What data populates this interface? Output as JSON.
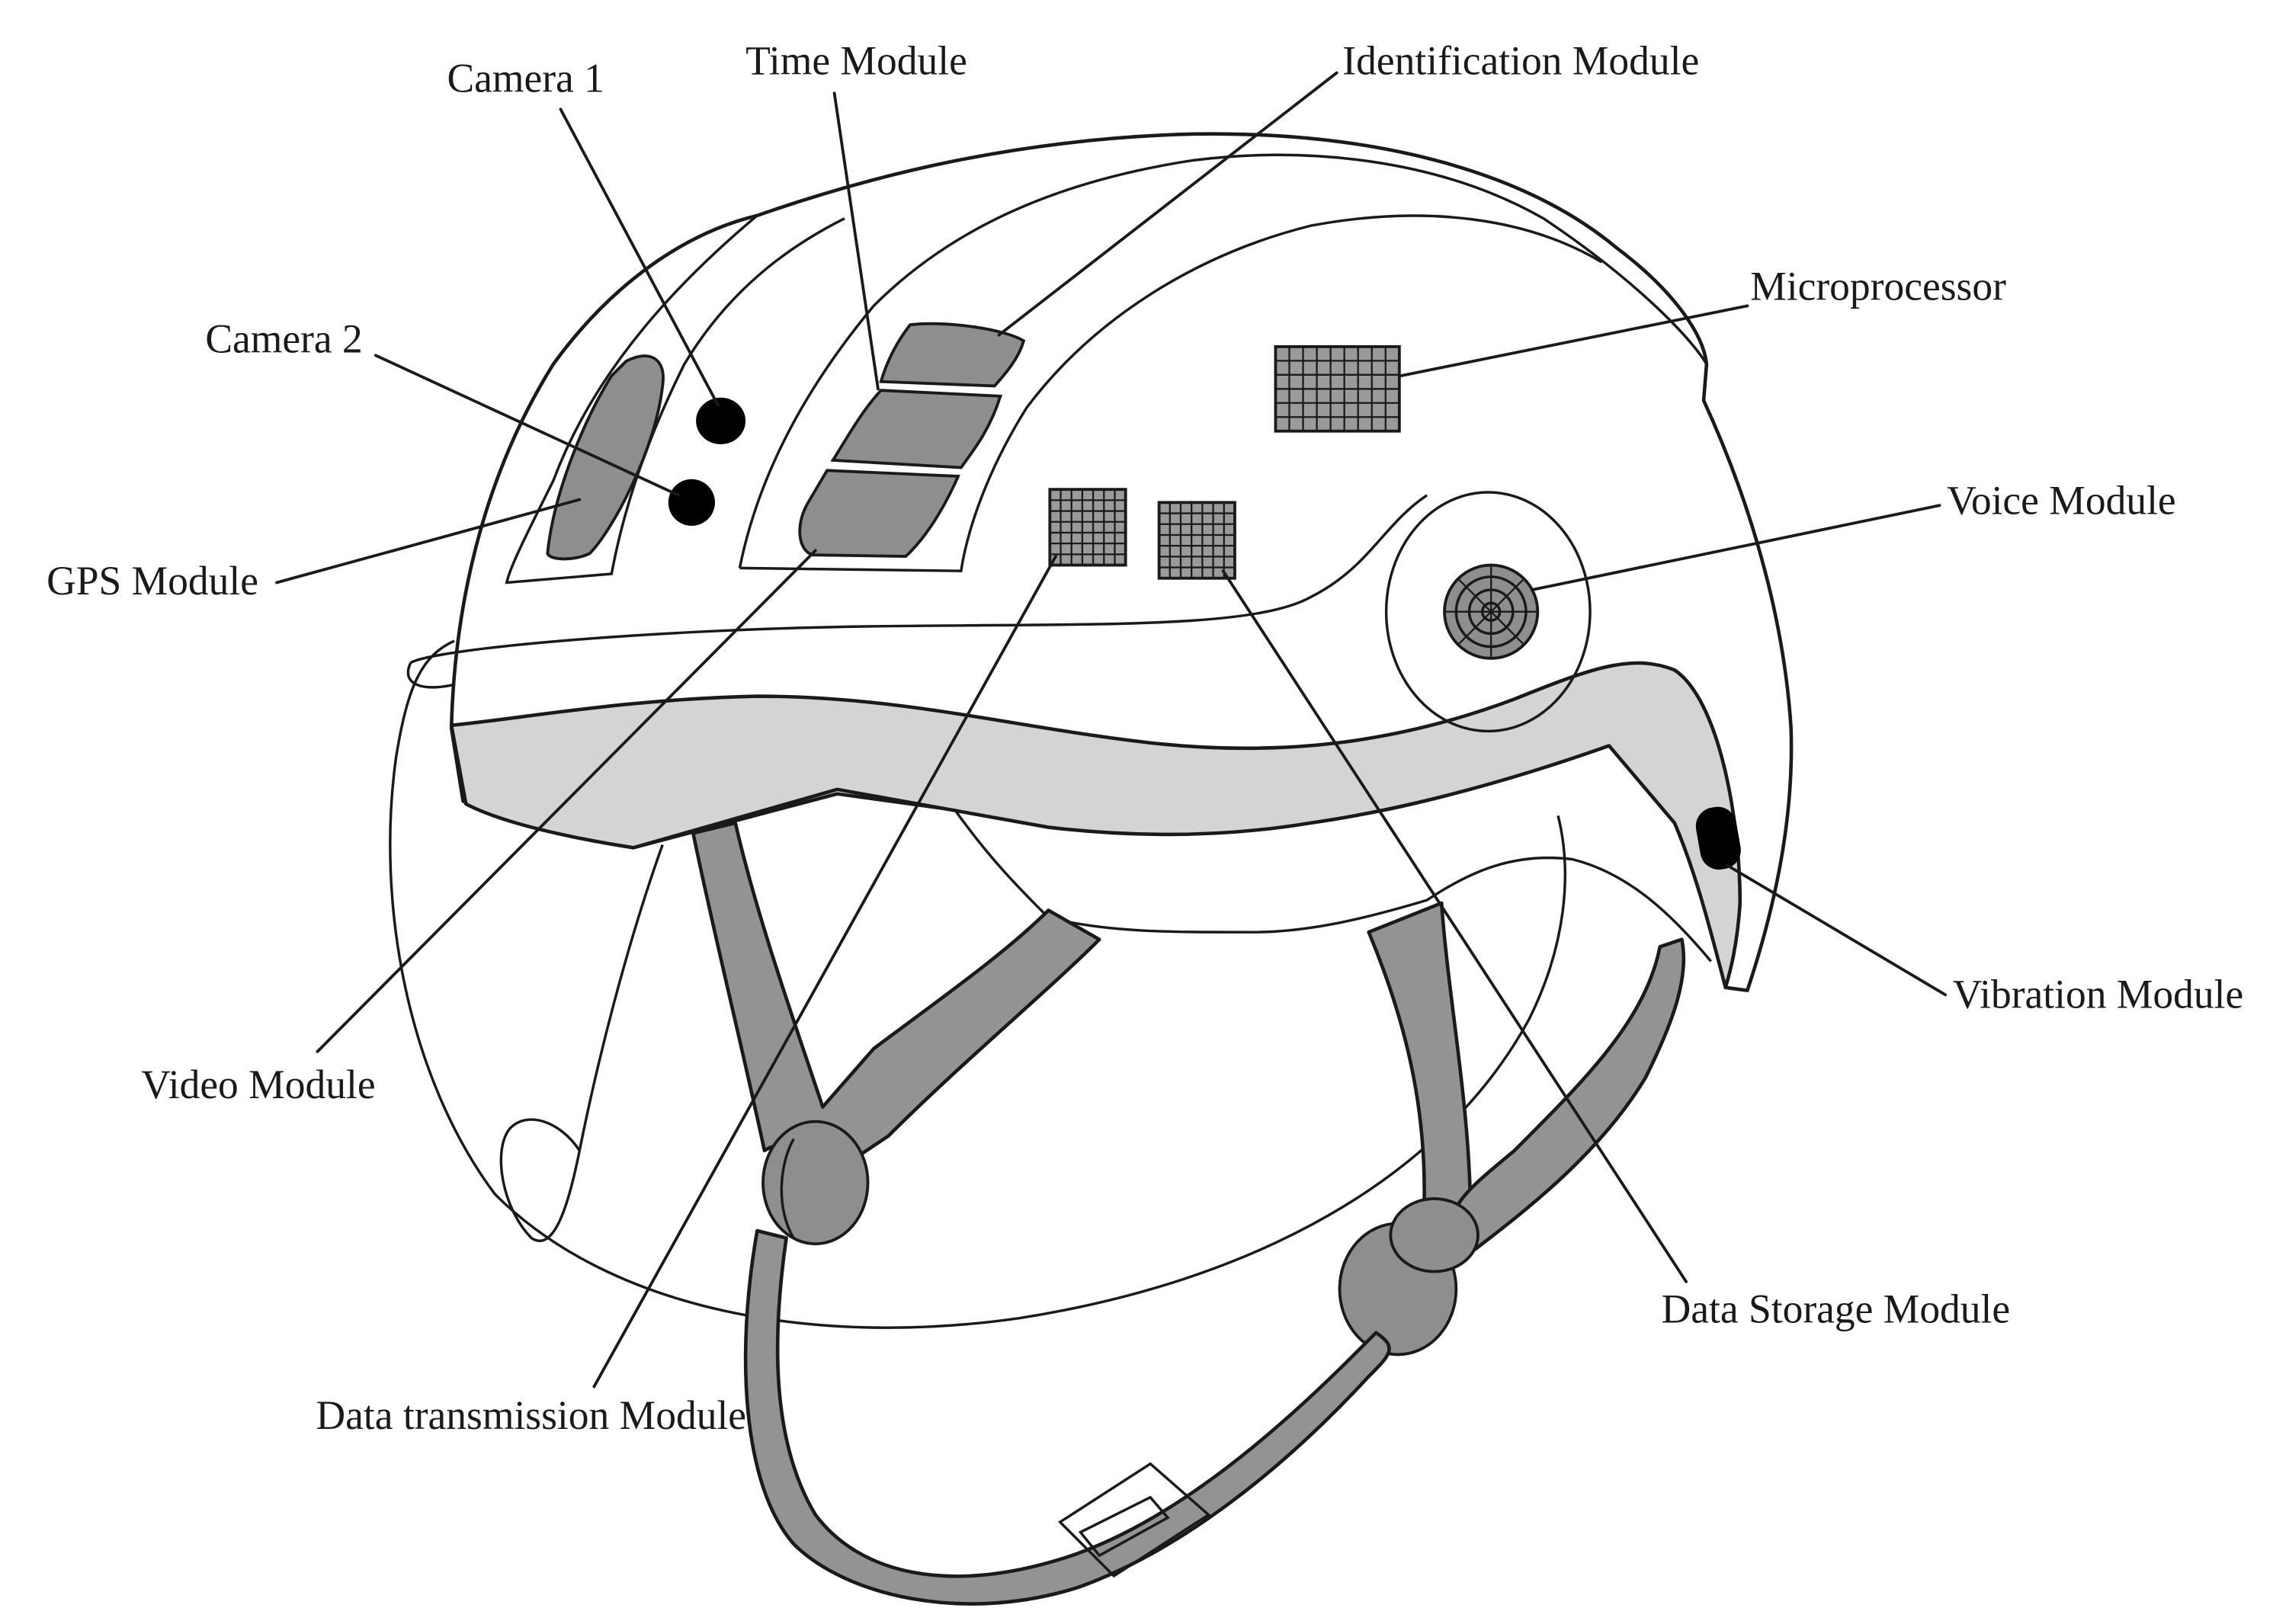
{
  "labels": {
    "camera1": "Camera 1",
    "time_module": "Time Module",
    "identification_module": "Identification Module",
    "microprocessor": "Microprocessor",
    "camera2": "Camera 2",
    "gps_module": "GPS Module",
    "voice_module": "Voice Module",
    "vibration_module": "Vibration Module",
    "video_module": "Video Module",
    "data_storage_module": "Data Storage Module",
    "data_transmission_module": "Data transmission Module"
  },
  "colors": {
    "strap": "#939393",
    "band": "#d4d4d4",
    "module": "#8e8e8e",
    "line": "#1a1a1a"
  }
}
